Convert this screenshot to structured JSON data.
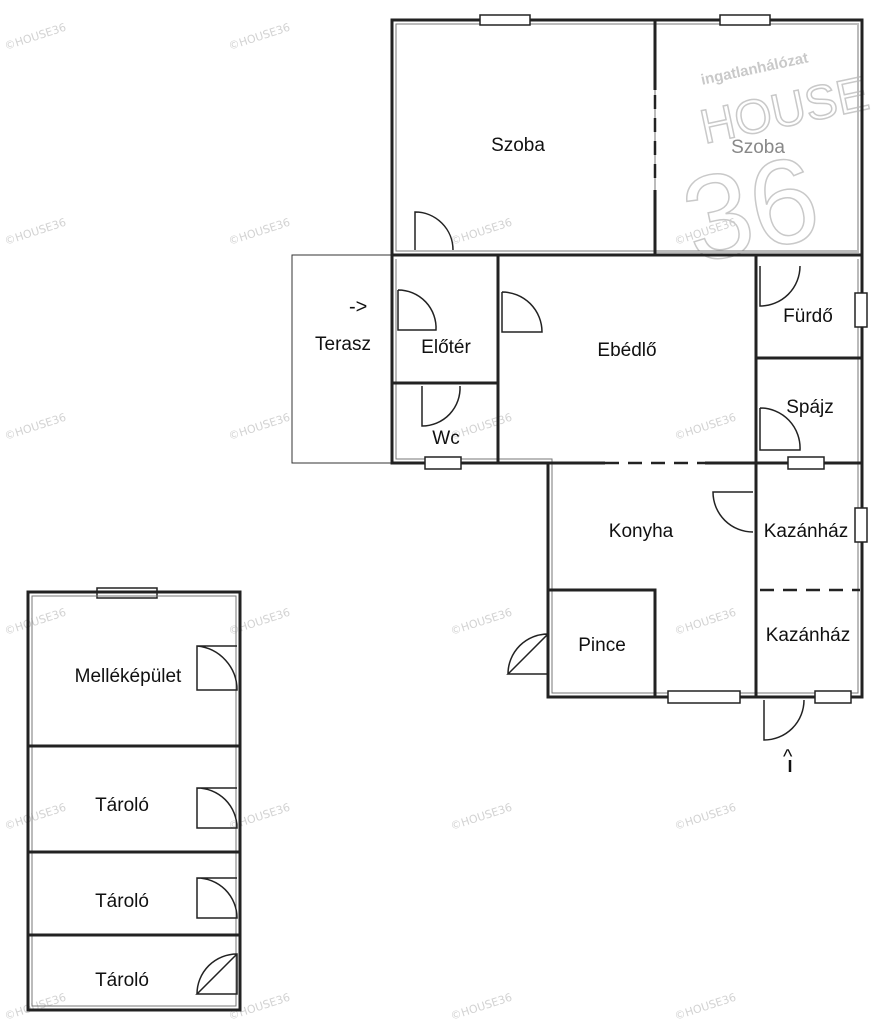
{
  "watermark": {
    "text": "©HOUSE36"
  },
  "logo": {
    "line1": "ingatlanhálózat",
    "line2": "HOUSE",
    "digits": "36"
  },
  "entrance_arrow": "->",
  "entrance_arrow_up": "^",
  "rooms": {
    "szoba1": "Szoba",
    "szoba2": "Szoba",
    "terasz": "Terasz",
    "eloter": "Előtér",
    "wc": "Wc",
    "ebedlo": "Ebédlő",
    "furdo": "Fürdő",
    "spajz": "Spájz",
    "kazanhaz1": "Kazánház",
    "kazanhaz2": "Kazánház",
    "konyha": "Konyha",
    "pince": "Pince",
    "mellekepulet": "Melléképület",
    "tarolo1": "Tároló",
    "tarolo2": "Tároló",
    "tarolo3": "Tároló"
  }
}
